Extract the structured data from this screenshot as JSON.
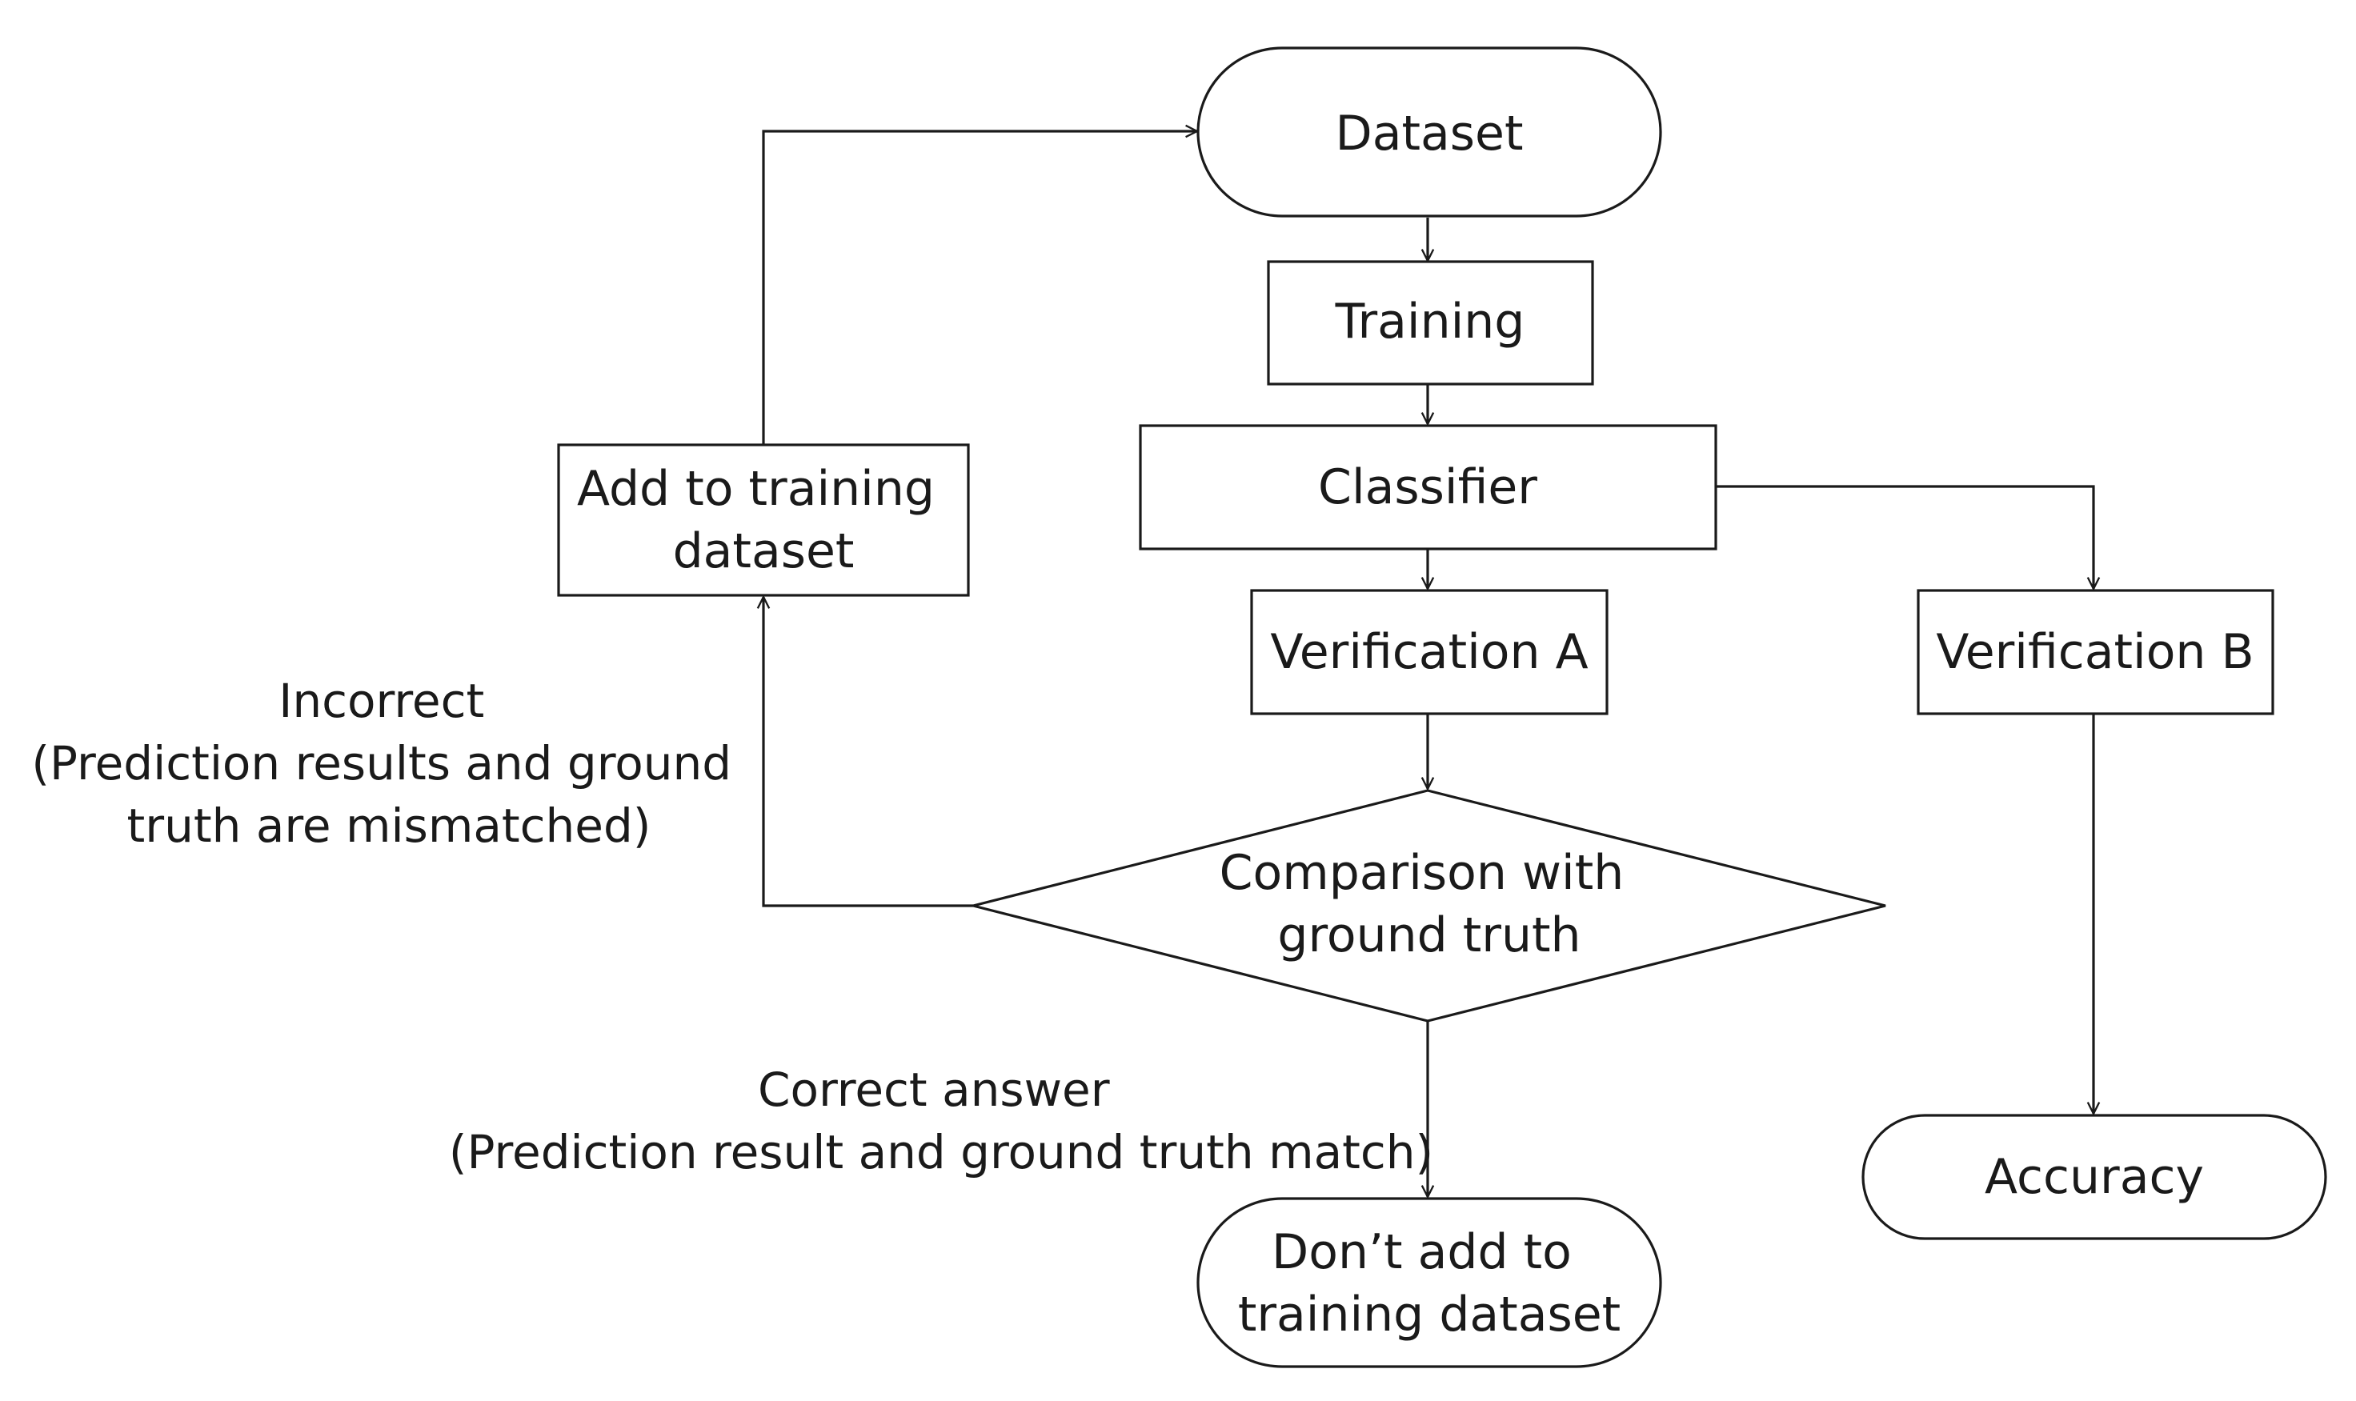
{
  "nodes": {
    "dataset": {
      "lines": [
        "Dataset"
      ]
    },
    "training": {
      "lines": [
        "Training"
      ]
    },
    "classifier": {
      "lines": [
        "Classifier"
      ]
    },
    "verification_a": {
      "lines": [
        "Verification A"
      ]
    },
    "verification_b": {
      "lines": [
        "Verification B"
      ]
    },
    "comparison": {
      "lines": [
        "Comparison with",
        "ground truth"
      ]
    },
    "add_to_training": {
      "lines": [
        "Add to training",
        "dataset"
      ]
    },
    "dont_add": {
      "lines": [
        "Don’t add to",
        "training dataset"
      ]
    },
    "accuracy": {
      "lines": [
        "Accuracy"
      ]
    }
  },
  "labels": {
    "incorrect": {
      "lines": [
        "Incorrect",
        "(Prediction results and ground",
        "truth are mismatched)"
      ]
    },
    "correct": {
      "lines": [
        "Correct answer",
        "(Prediction result and ground truth match)"
      ]
    }
  }
}
